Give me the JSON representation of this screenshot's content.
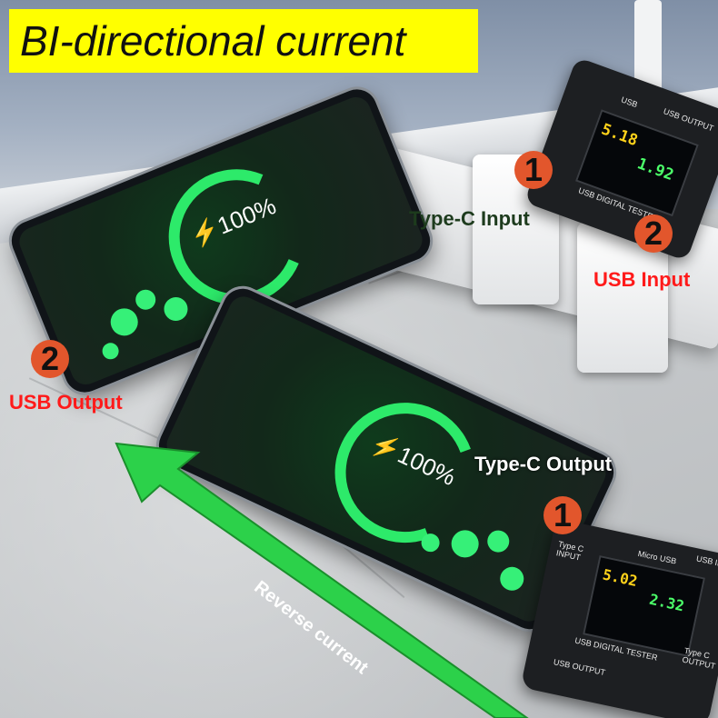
{
  "title": "BI-directional current",
  "colors": {
    "title_background": "#ffff00",
    "badge": "#e2562c",
    "arrow": "#2cd14a",
    "usb_input_label": "#ff1a1a",
    "usb_output_label": "#ff1a1a",
    "type_c_input_label": "#1d3b1d",
    "type_c_output_label": "#ffffff"
  },
  "labels": {
    "type_c_input": "Type-C Input",
    "usb_input": "USB Input",
    "usb_output": "USB Output",
    "type_c_output": "Type-C Output",
    "reverse_current": "Reverse current"
  },
  "badges": {
    "type_c_input": "1",
    "usb_input": "2",
    "usb_output": "2",
    "type_c_output": "1"
  },
  "phones": {
    "top": {
      "percent": "100%"
    },
    "bottom": {
      "percent": "100%"
    }
  },
  "testers": {
    "top": {
      "brand": "USB DIGITAL TESTER",
      "voltage": "5.18",
      "current": "1.92",
      "port_usb_output": "USB OUTPUT",
      "port_usb": "USB"
    },
    "bottom": {
      "brand": "USB DIGITAL TESTER",
      "voltage": "5.02",
      "current": "2.32",
      "port_type_c_input": "Type C INPUT",
      "port_usb_input": "USB INPUT",
      "port_usb_output": "USB OUTPUT",
      "port_type_c_output": "Type C OUTPUT",
      "port_micro_usb": "Micro USB"
    }
  },
  "icons": {
    "arrow": "arrow-up-left-icon",
    "bolt": "bolt-icon"
  }
}
